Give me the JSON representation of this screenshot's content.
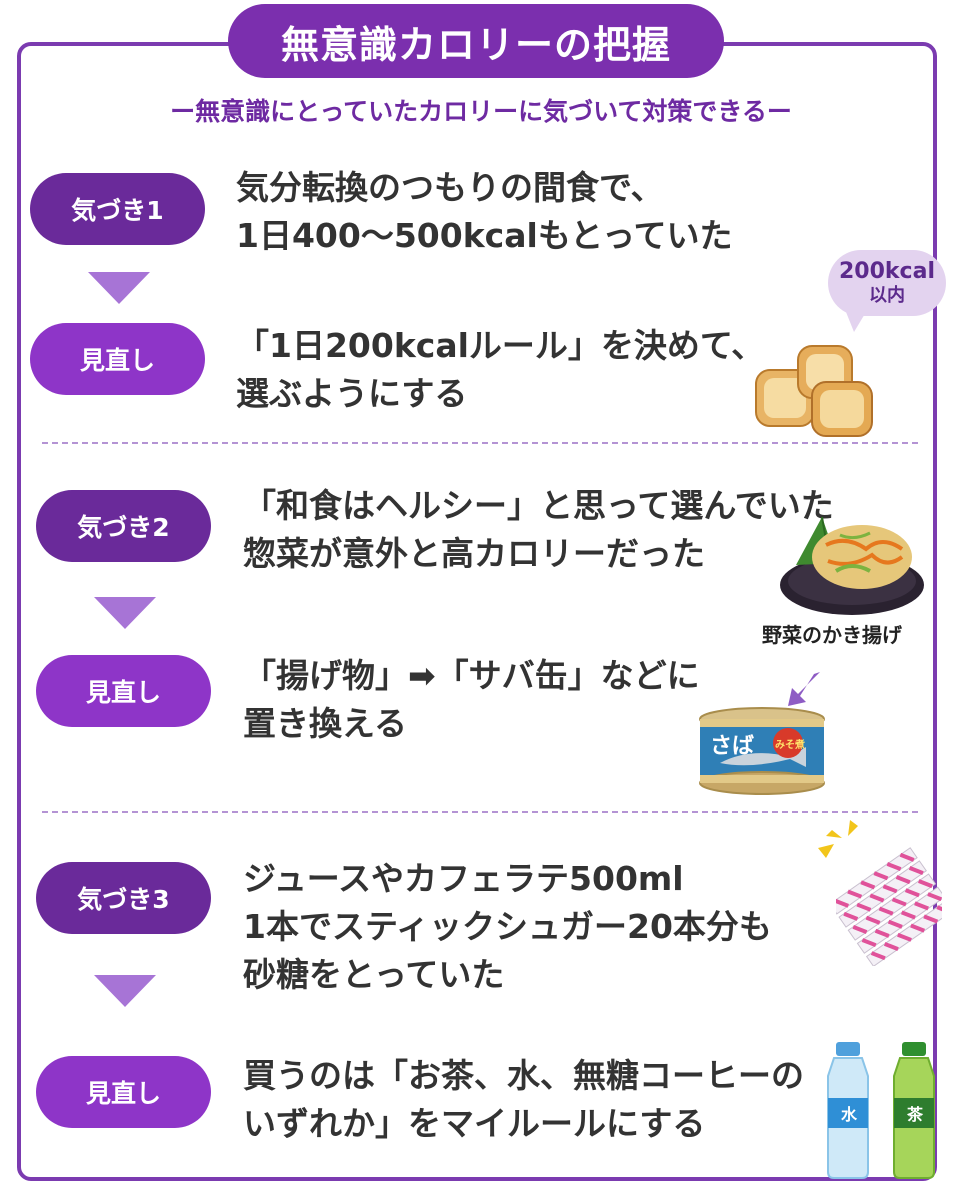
{
  "title": "無意識カロリーの把握",
  "subtitle": "ー無意識にとっていたカロリーに気づいて対策できるー",
  "sections": [
    {
      "notice_label": "気づき1",
      "notice_lines": [
        "気分転換のつもりの間食で、",
        "1日400～500kcalもとっていた"
      ],
      "fix_label": "見直し",
      "fix_lines": [
        "「1日200kcalルール」を決めて、",
        "選ぶようにする"
      ]
    },
    {
      "notice_label": "気づき2",
      "notice_lines": [
        "「和食はヘルシー」と思って選んでいた",
        "惣菜が意外と高カロリーだった"
      ],
      "fix_label": "見直し",
      "fix_lines": [
        "「揚げ物」➡「サバ缶」などに",
        "置き換える"
      ]
    },
    {
      "notice_label": "気づき3",
      "notice_lines": [
        "ジュースやカフェラテ500ml",
        "1本でスティックシュガー20本分も",
        "砂糖をとっていた"
      ],
      "fix_label": "見直し",
      "fix_lines": [
        "買うのは「お茶、水、無糖コーヒーの",
        "いずれか」をマイルールにする"
      ]
    }
  ],
  "bubble": {
    "line1": "200kcal",
    "line2": "以内"
  },
  "food_caption": "野菜のかき揚げ",
  "can_labels": {
    "main": "さば",
    "badge": "みそ煮"
  },
  "bottle_labels": {
    "water": "水",
    "tea": "茶"
  },
  "colors": {
    "frame": "#7b3bb0",
    "title_bg": "#7b2fae",
    "notice_pill": "#6a2a9a",
    "fix_pill": "#8e35c8",
    "arrow": "#a774d6"
  },
  "icons": [
    "rusk-snack-illustration",
    "kakiage-plate-illustration",
    "mackerel-can-illustration",
    "sugar-sticks-illustration",
    "water-bottle-illustration",
    "tea-bottle-illustration"
  ]
}
